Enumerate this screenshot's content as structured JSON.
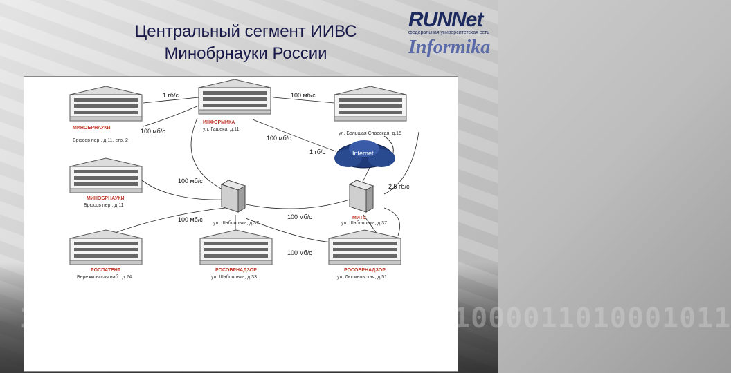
{
  "title_line1": "Центральный сегмент ИИВС",
  "title_line2": "Минобрнауки России",
  "logo": {
    "brand": "RUNNet",
    "tagline": "федеральная университетская сеть",
    "sub_brand": "Informika"
  },
  "background_binary": "10010010000010000110101101000011010001011",
  "nodes": {
    "bld1": {
      "name": "МИНОБРНАУКИ",
      "address": "Брюсов пер., д.11, стр. 2"
    },
    "bld2": {
      "name": "ИНФОРМИКА",
      "address": "ул. Гашека, д.11"
    },
    "bld3": {
      "name": "",
      "address": "ул. Большая Спасская, д.15"
    },
    "bld4": {
      "name": "МИНОБРНАУКИ",
      "address": "Брюсов пер., д.11"
    },
    "bld5": {
      "name": "РОСПАТЕНТ",
      "address": "Бережковская наб., д.24"
    },
    "bld6": {
      "name": "РОСОБРНАДЗОР",
      "address": "ул. Шаболовка, д.33"
    },
    "bld7": {
      "name": "РОСОБРНАДЗОР",
      "address": "ул. Люсиновская, д.51"
    },
    "srv1": {
      "name": "",
      "address": "ул. Шаболовка, д.37"
    },
    "srv2": {
      "name": "МИТС",
      "address": "ул. Шаболовка, д.37"
    },
    "internet": {
      "label": "Internet"
    }
  },
  "links": {
    "l1": "1 гб/с",
    "l2": "100 мб/с",
    "l3": "100 мб/с",
    "l4": "100 мб/с",
    "l5": "1 гб/с",
    "l6": "100 мб/с",
    "l7": "2,5 гб/с",
    "l8": "100 мб/с",
    "l9": "100 мб/с",
    "l10": "100 мб/с"
  }
}
